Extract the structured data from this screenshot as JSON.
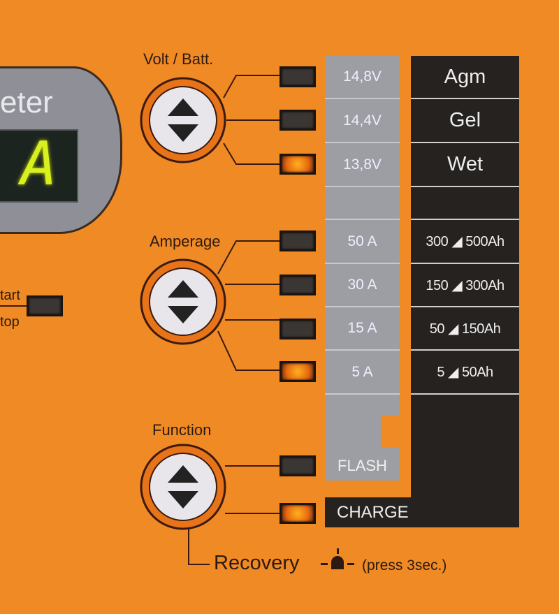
{
  "display": {
    "title_fragment": "eter",
    "readout": "A"
  },
  "start_stop": {
    "start_fragment": "tart",
    "stop_fragment": "top"
  },
  "buttons": [
    {
      "label": "Volt / Batt."
    },
    {
      "label": "Amperage"
    },
    {
      "label": "Function"
    }
  ],
  "voltage_rows": [
    {
      "value": "14,8V",
      "battery": "Agm",
      "led_on": false
    },
    {
      "value": "14,4V",
      "battery": "Gel",
      "led_on": false
    },
    {
      "value": "13,8V",
      "battery": "Wet",
      "led_on": true
    }
  ],
  "amperage_rows": [
    {
      "value": "50 A",
      "capacity": "300 ◢ 500Ah",
      "led_on": false
    },
    {
      "value": "30 A",
      "capacity": "150 ◢ 300Ah",
      "led_on": false
    },
    {
      "value": "15 A",
      "capacity": "50 ◢ 150Ah",
      "led_on": false
    },
    {
      "value": "5 A",
      "capacity": "5 ◢ 50Ah",
      "led_on": true
    }
  ],
  "function_rows": [
    {
      "value": "FLASH",
      "led_on": false
    },
    {
      "value": "CHARGE",
      "led_on": true
    }
  ],
  "recovery": {
    "label": "Recovery",
    "hint": "(press 3sec.)",
    "icon": "warning-beacon-icon"
  },
  "colors": {
    "panel": "#f08a24",
    "gray": "#9d9ea3",
    "dark": "#252220",
    "led_on": "#ff9a20"
  }
}
